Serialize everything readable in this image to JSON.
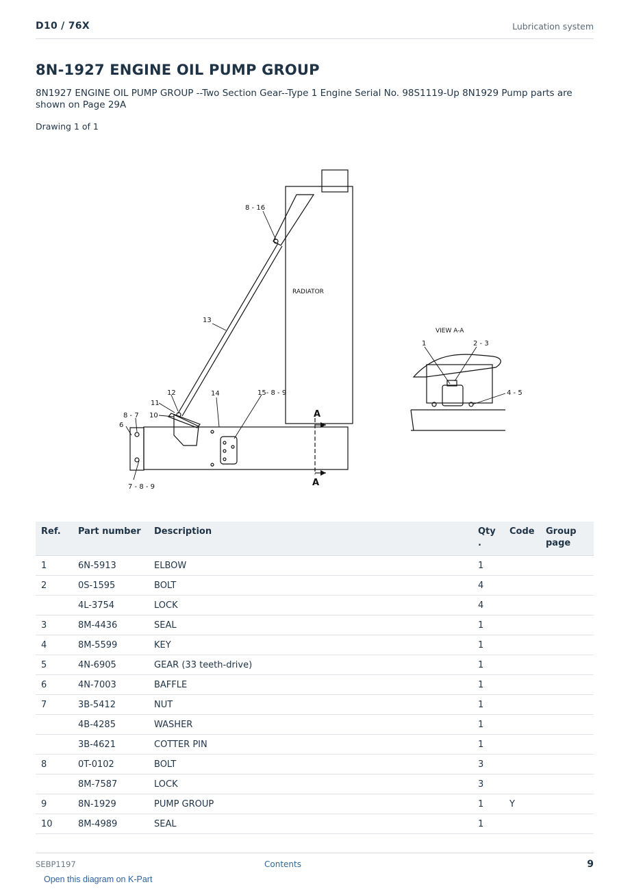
{
  "header": {
    "model": "D10  /  76X",
    "section": "Lubrication system"
  },
  "title": "8N-1927 ENGINE OIL PUMP GROUP",
  "description": "8N1927 ENGINE OIL PUMP GROUP --Two Section Gear--Type 1 Engine Serial No. 98S1119-Up 8N1929 Pump parts are shown on Page 29A",
  "drawing_label": "Drawing 1 of 1",
  "diagram": {
    "radiator_label": "RADIATOR",
    "view_label": "VIEW  A-A",
    "section_marker": "A",
    "callouts": {
      "c816": "8 - 16",
      "c13": "13",
      "c12": "12",
      "c11": "11",
      "c10": "10",
      "c87": "8 - 7",
      "c6": "6",
      "c14": "14",
      "c1589": "15- 8 - 9",
      "c789": "7 - 8 - 9",
      "c1": "1",
      "c23": "2 - 3",
      "c45": "4 - 5"
    }
  },
  "table": {
    "headers": {
      "ref": "Ref.",
      "part": "Part number",
      "desc": "Description",
      "qty": "Qty\n.",
      "code": "Code",
      "group": "Group\npage"
    },
    "rows": [
      {
        "ref": "1",
        "part": "6N-5913",
        "desc": "ELBOW",
        "qty": "1",
        "code": "",
        "group": ""
      },
      {
        "ref": "2",
        "part": "0S-1595",
        "desc": "BOLT",
        "qty": "4",
        "code": "",
        "group": ""
      },
      {
        "ref": "",
        "part": "4L-3754",
        "desc": "LOCK",
        "qty": "4",
        "code": "",
        "group": ""
      },
      {
        "ref": "3",
        "part": "8M-4436",
        "desc": "SEAL",
        "qty": "1",
        "code": "",
        "group": ""
      },
      {
        "ref": "4",
        "part": "8M-5599",
        "desc": "KEY",
        "qty": "1",
        "code": "",
        "group": ""
      },
      {
        "ref": "5",
        "part": "4N-6905",
        "desc": "GEAR (33 teeth-drive)",
        "qty": "1",
        "code": "",
        "group": ""
      },
      {
        "ref": "6",
        "part": "4N-7003",
        "desc": "BAFFLE",
        "qty": "1",
        "code": "",
        "group": ""
      },
      {
        "ref": "7",
        "part": "3B-5412",
        "desc": "NUT",
        "qty": "1",
        "code": "",
        "group": ""
      },
      {
        "ref": "",
        "part": "4B-4285",
        "desc": "WASHER",
        "qty": "1",
        "code": "",
        "group": ""
      },
      {
        "ref": "",
        "part": "3B-4621",
        "desc": "COTTER PIN",
        "qty": "1",
        "code": "",
        "group": ""
      },
      {
        "ref": "8",
        "part": "0T-0102",
        "desc": "BOLT",
        "qty": "3",
        "code": "",
        "group": ""
      },
      {
        "ref": "",
        "part": "8M-7587",
        "desc": "LOCK",
        "qty": "3",
        "code": "",
        "group": ""
      },
      {
        "ref": "9",
        "part": "8N-1929",
        "desc": "PUMP GROUP",
        "qty": "1",
        "code": "Y",
        "group": ""
      },
      {
        "ref": "10",
        "part": "8M-4989",
        "desc": "SEAL",
        "qty": "1",
        "code": "",
        "group": ""
      }
    ]
  },
  "footer": {
    "doc": "SEBP1197",
    "contents": "Contents",
    "page": "9"
  },
  "kpart_link": "Open this diagram on K-Part"
}
